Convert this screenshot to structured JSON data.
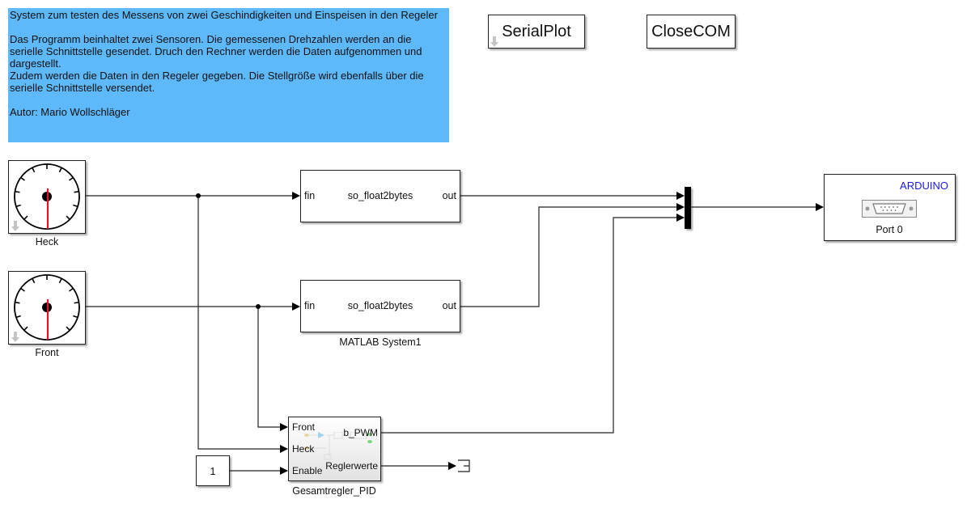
{
  "annotation": {
    "paragraphs": [
      "System zum testen des Messens von zwei Geschindigkeiten und Einspeisen in den Regeler",
      "Das Programm beinhaltet zwei Sensoren. Die gemessenen Drehzahlen werden an die serielle Schnittstelle gesendet. Druch den Rechner werden die Daten aufgenommen und dargestellt.",
      "Zudem werden die Daten in den Regeler gegeben. Die Stellgröße wird ebenfalls über die serielle Schnittstelle versendet.",
      "Autor: Mario Wollschläger"
    ],
    "background": "#5eb9fb"
  },
  "buttons": {
    "serialplot": "SerialPlot",
    "closecom": "CloseCOM"
  },
  "gauges": [
    {
      "label": "Heck"
    },
    {
      "label": "Front"
    }
  ],
  "system_blocks": [
    {
      "name": "",
      "function": "so_float2bytes",
      "in": "fin",
      "out": "out"
    },
    {
      "name": "MATLAB System1",
      "function": "so_float2bytes",
      "in": "fin",
      "out": "out"
    }
  ],
  "pid": {
    "name": "Gesamtregler_PID",
    "inputs": [
      "Front",
      "Heck",
      "Enable"
    ],
    "outputs": [
      "b_PWM",
      "Reglerwerte"
    ]
  },
  "constant": {
    "value": "1"
  },
  "arduino": {
    "title": "ARDUINO",
    "port": "Port 0",
    "title_color": "#1a1ae6"
  },
  "colors": {
    "needle": "#e8102a",
    "wire": "#222222"
  }
}
